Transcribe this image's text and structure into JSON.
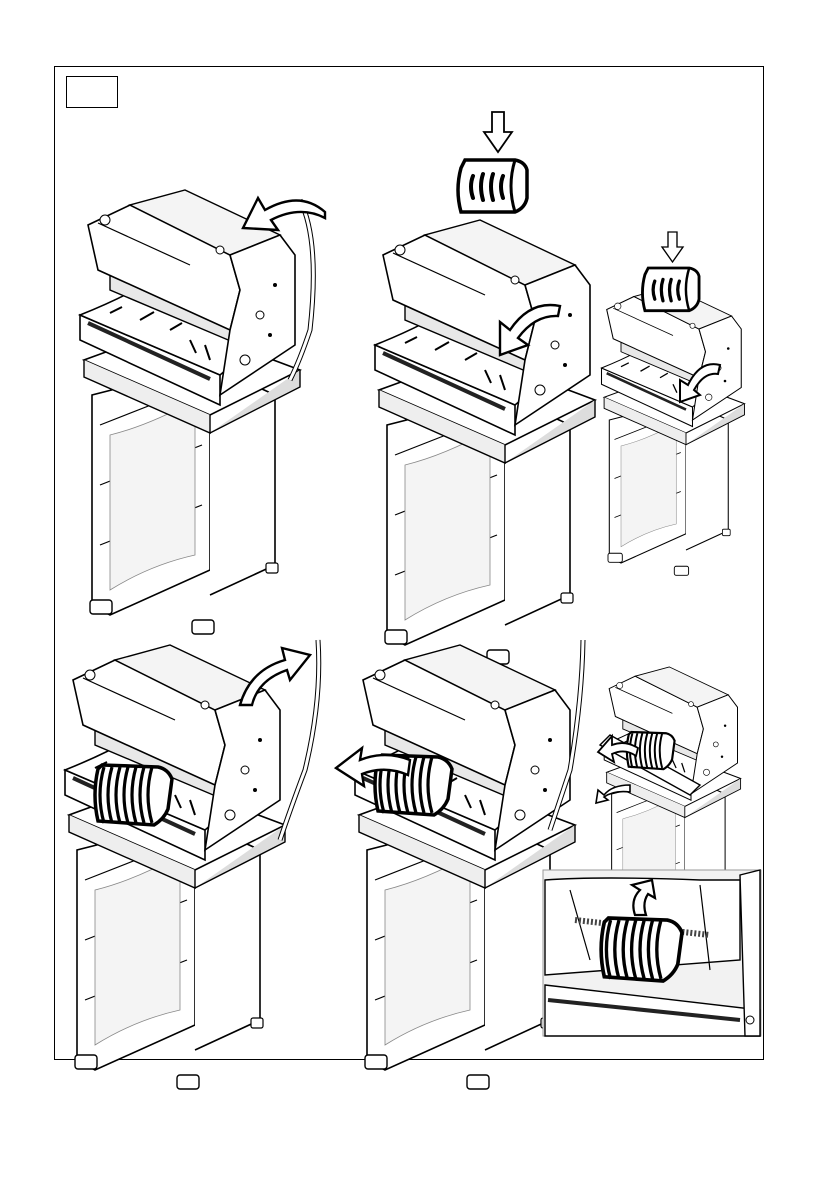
{
  "figure_badge": {
    "label": ""
  },
  "colors": {
    "line": "#000000",
    "machine": "#ffffff",
    "shade": "#d9d9d9",
    "dark": "#555555",
    "loaf": "#ffffff"
  },
  "steps": [
    {
      "name": "lift-handle",
      "icons": [
        "curved-arrow-left-icon"
      ]
    },
    {
      "name": "insert-bread",
      "icons": [
        "down-arrow-icon",
        "bread-loaf-icon",
        "curved-arrow-down-icon"
      ]
    },
    {
      "name": "insert-bread-detail",
      "icons": [
        "down-arrow-icon",
        "bread-loaf-icon",
        "curved-arrow-down-icon"
      ]
    },
    {
      "name": "lower-handle",
      "icons": [
        "curved-arrow-up-icon",
        "sliced-bread-icon"
      ]
    },
    {
      "name": "remove-slices",
      "icons": [
        "curved-arrow-left-icon",
        "sliced-bread-icon"
      ]
    },
    {
      "name": "remove-slices-detail",
      "icons": [
        "curved-arrow-left-icon",
        "sliced-bread-icon"
      ]
    },
    {
      "name": "lift-slices-detail",
      "icons": [
        "curved-arrow-up-icon",
        "sliced-bread-icon"
      ]
    }
  ]
}
